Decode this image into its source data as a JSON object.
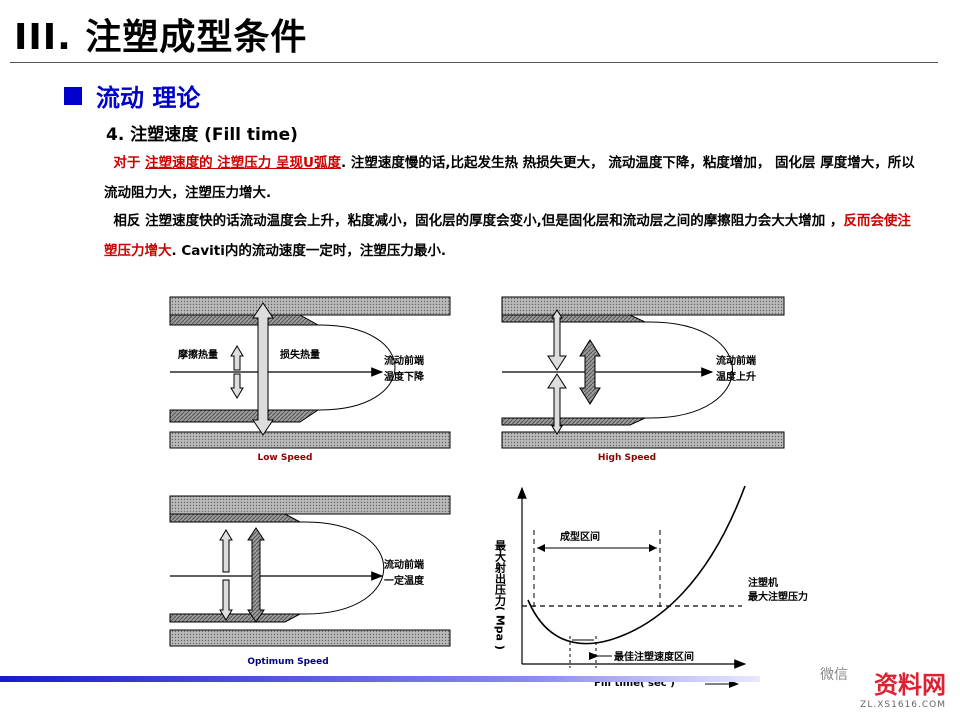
{
  "header": {
    "title": "III.  注塑成型条件"
  },
  "section": {
    "title": "流动 理论"
  },
  "subheading": "4. 注塑速度 (Fill time)",
  "paragraph1": {
    "prefix": "对于",
    "red1": "注塑速度的 注塑压力 呈现U弧度",
    "rest1": ". 注塑速度慢的话,比起发生热 热损失更大， 流动温度下降，粘度增加， 固化层 厚度增大，所以流动阻力大，注塑压力增大."
  },
  "paragraph2": {
    "part1": "相反 注塑速度快的话流动温度会上升，粘度减小，固化层的厚度会变小,但是固化层和流动层之间的摩擦阻力会大大增加 ，",
    "red": "反而会使注塑压力增大",
    "part2": ". Caviti内的流动速度一定时，注塑压力最小."
  },
  "diagrams": {
    "low": {
      "label_left": "摩擦热量",
      "label_mid": "损失热量",
      "label_right1": "流动前端",
      "label_right2": "温度下降",
      "caption": "Low Speed"
    },
    "high": {
      "label_right1": "流动前端",
      "label_right2": "温度上升",
      "caption": "High Speed"
    },
    "optimum": {
      "label_right1": "流动前端",
      "label_right2": "一定温度",
      "caption": "Optimum Speed"
    }
  },
  "chart": {
    "ylabel": "最大射出压力( Mpa )",
    "xlabel": "Fill time( sec )",
    "range_label": "成型区间",
    "max_label1": "注塑机",
    "max_label2": "最大注塑压力",
    "best_label": "最佳注塑速度区间"
  },
  "colors": {
    "section_blue": "#0000cc",
    "emphasis_red": "#cc0000"
  },
  "watermark": {
    "main": "资料网",
    "sub": "ZL.XS1616.COM",
    "logo": "微信"
  }
}
